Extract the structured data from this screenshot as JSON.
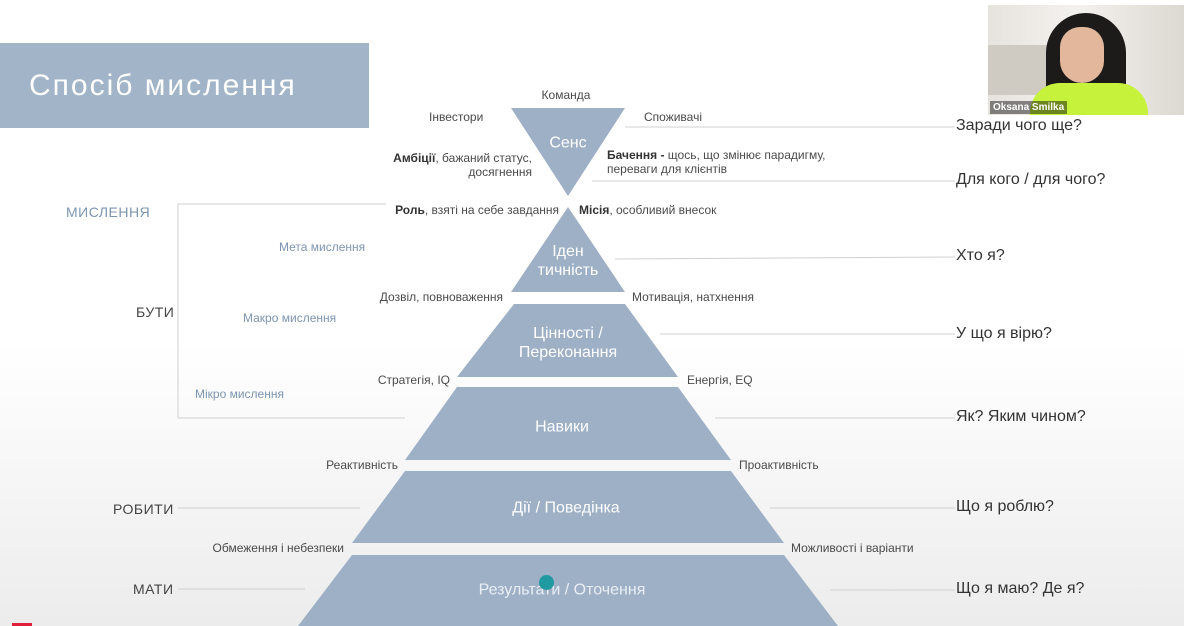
{
  "title": "Спосіб мислення",
  "webcam": {
    "participant_name": "Oksana Smilka"
  },
  "top_label": "Команда",
  "layers": [
    {
      "label_line1": "Сенс",
      "label_line2": ""
    },
    {
      "label_line1": "Іден",
      "label_line2": "тичність"
    },
    {
      "label_line1": "Цінності /",
      "label_line2": "Переконання"
    },
    {
      "label_line1": "Навики",
      "label_line2": ""
    },
    {
      "label_line1": "Дії / Поведінка",
      "label_line2": ""
    },
    {
      "label_line1": "Результати / Оточення",
      "label_line2": ""
    }
  ],
  "left_labels": {
    "investors": "Інвестори",
    "ambitions_bold": "Амбіції",
    "ambitions_rest": ", бажаний статус,",
    "ambitions_line2": "досягнення",
    "role_bold": "Роль",
    "role_rest": ", взяті на себе завдання",
    "permission": "Дозвіл, повноваження",
    "strategy": "Стратегія, IQ",
    "reactivity": "Реактивність",
    "limits": "Обмеження і небезпеки"
  },
  "right_labels": {
    "consumers": "Споживачі",
    "vision_bold": "Бачення -",
    "vision_rest": " щось, що змінює парадигму,",
    "vision_line2": "переваги для клієнтів",
    "mission_bold": "Місія",
    "mission_rest": ", особливий внесок",
    "motivation": "Мотивація, натхнення",
    "energy": "Енергія, EQ",
    "proactivity": "Проактивність",
    "opportunities": "Можливості і варіанти"
  },
  "questions": [
    "Заради  чого ще?",
    "Для кого / для чого?",
    "Хто я?",
    "У що я вірю?",
    "Як? Яким чином?",
    "Що я роблю?",
    "Що я маю? Де я?"
  ],
  "thinking_levels": [
    "Мета мислення",
    "Макро мислення",
    "Мікро мислення"
  ],
  "side_labels": {
    "thinking": "МИСЛЕННЯ",
    "be": "БУТИ",
    "do": "РОБИТИ",
    "have": "МАТИ"
  },
  "colors": {
    "layer_fill": "#9eb0c6",
    "title_bg": "#a2b4c8",
    "accent_text": "#7d95b2",
    "pointer_dot": "#1f9aa0"
  }
}
